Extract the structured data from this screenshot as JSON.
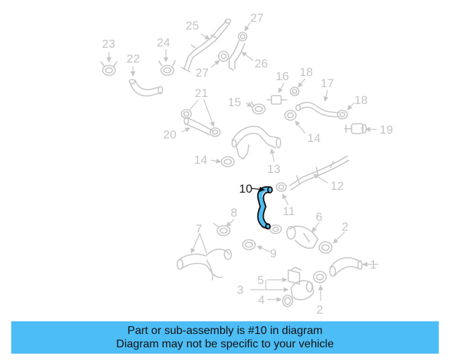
{
  "highlight_color": "#4dbdf5",
  "banner": {
    "background": "#4dbdf5",
    "line1": "Part or sub-assembly is #10 in diagram",
    "line2": "Diagram may not be specific to your vehicle"
  },
  "highlighted_part": "10",
  "callouts": {
    "c23": "23",
    "c22": "22",
    "c24": "24",
    "c25": "25",
    "c27a": "27",
    "c27b": "27",
    "c26": "26",
    "c16": "16",
    "c18a": "18",
    "c17": "17",
    "c18b": "18",
    "c21": "21",
    "c15": "15",
    "c20": "20",
    "c14a": "14",
    "c19": "19",
    "c14b": "14",
    "c13": "13",
    "c12": "12",
    "c10": "10",
    "c11": "11",
    "c8": "8",
    "c6": "6",
    "c2a": "2",
    "c7": "7",
    "c9": "9",
    "c1": "1",
    "c5": "5",
    "c3": "3",
    "c4": "4",
    "c2b": "2"
  }
}
